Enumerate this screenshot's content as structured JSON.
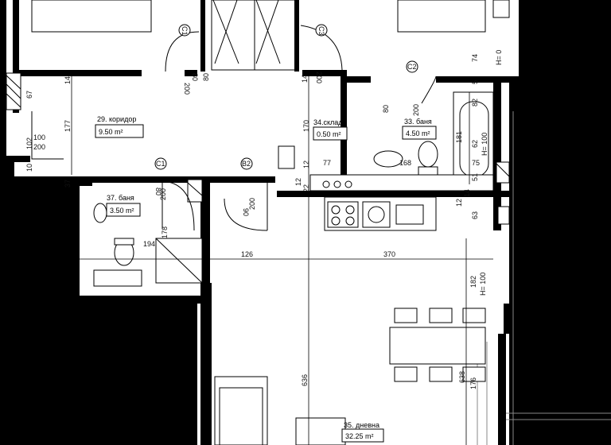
{
  "rooms": {
    "corridor": {
      "name": "29. коридор",
      "area": "9.50 m²"
    },
    "storage": {
      "name": "34.склад",
      "area": "0.50 m²"
    },
    "bath33": {
      "name": "33. баня",
      "area": "4.50 m²"
    },
    "bath37": {
      "name": "37. баня",
      "area": "3.50 m²"
    },
    "living": {
      "name": "35. дневна",
      "area": "32.25 m²"
    }
  },
  "door_tags": {
    "c1_top_left": "C1",
    "c3_top": "C3",
    "c2_right": "C2",
    "c1_mid": "C1",
    "b2_mid": "B2"
  },
  "dimensions": {
    "d80a": "80",
    "d200a": "200",
    "d14a": "14",
    "d80b": "80",
    "d14b": "14",
    "d200b": "200",
    "d74": "74",
    "h0": "H= 0",
    "d67": "67",
    "d177": "177",
    "d102": "102",
    "d100a": "100",
    "d200c": "200",
    "d10": "10",
    "d37": "37",
    "d170": "170",
    "d5": "5",
    "d82": "82",
    "d80c": "80",
    "d200d": "200",
    "d181": "181",
    "d62": "62",
    "h100a": "H= 100",
    "d77": "77",
    "d168": "168",
    "d75": "75",
    "d51": "51",
    "d12a": "12",
    "d12b": "12",
    "d22": "22",
    "d14c": "14",
    "d12c": "12",
    "d63": "63",
    "d80d": "80",
    "d200e": "200",
    "d90": "90",
    "d200f": "200",
    "d178": "178",
    "d194": "194",
    "d126": "126",
    "d370": "370",
    "d182": "182",
    "h100b": "H= 100",
    "d636": "636",
    "d638": "638",
    "d176": "176"
  }
}
